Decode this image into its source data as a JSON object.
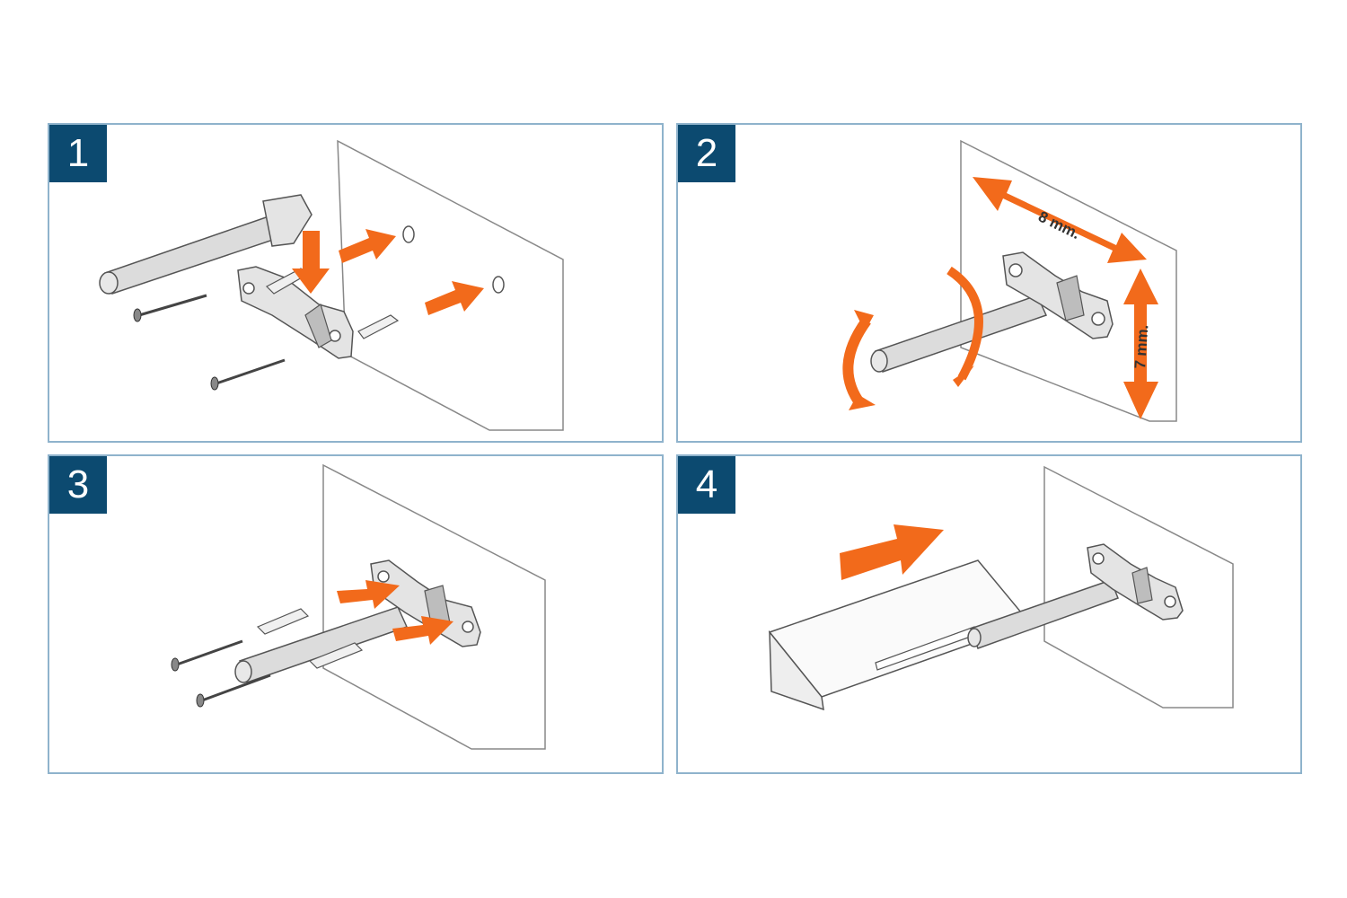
{
  "colors": {
    "accent": "#f26a1b",
    "badge": "#0c4a70",
    "border": "#8fb3cc",
    "line": "#555555",
    "metal": "#d9d9d9"
  },
  "steps": [
    {
      "number": "1"
    },
    {
      "number": "2",
      "dim_horizontal": "8 mm.",
      "dim_vertical": "7 mm."
    },
    {
      "number": "3"
    },
    {
      "number": "4"
    }
  ]
}
